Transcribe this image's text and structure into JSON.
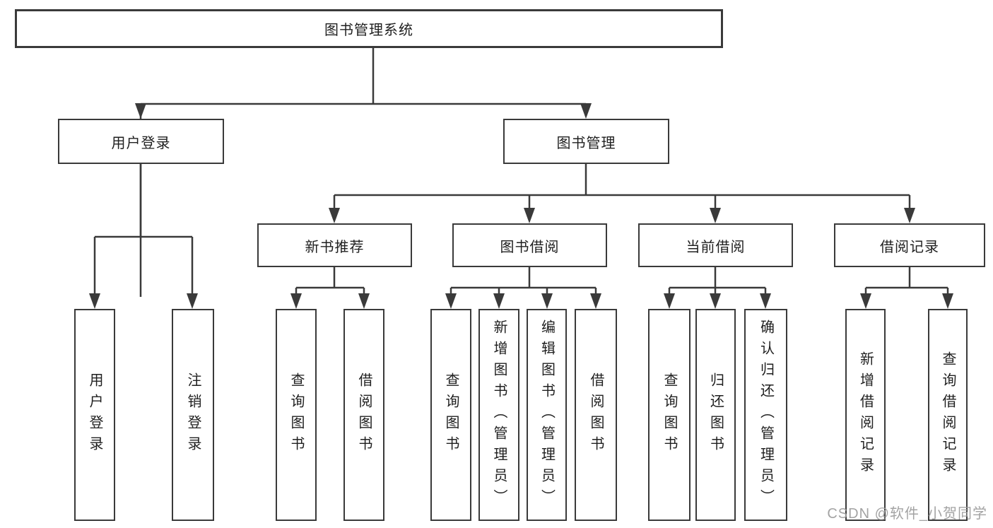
{
  "diagram": {
    "title": "图书管理系统",
    "type": "hierarchy-tree",
    "colors": {
      "line": "#3a3a3a",
      "box_border": "#3a3a3a",
      "box_background": "#ffffff",
      "text": "#1f1f1f",
      "watermark_text": "#9e9e9e"
    }
  },
  "tree": {
    "label": "图书管理系统",
    "children": [
      {
        "label": "用户登录",
        "children": [
          {
            "label": "用户登录"
          },
          {
            "label": "注销登录"
          }
        ]
      },
      {
        "label": "图书管理",
        "children": [
          {
            "label": "新书推荐",
            "children": [
              {
                "label": "查询图书"
              },
              {
                "label": "借阅图书"
              }
            ]
          },
          {
            "label": "图书借阅",
            "children": [
              {
                "label": "查询图书"
              },
              {
                "label": "新增图书（管理员）"
              },
              {
                "label": "编辑图书（管理员）"
              },
              {
                "label": "借阅图书"
              }
            ]
          },
          {
            "label": "当前借阅",
            "children": [
              {
                "label": "查询图书"
              },
              {
                "label": "归还图书"
              },
              {
                "label": "确认归还（管理员）"
              }
            ]
          },
          {
            "label": "借阅记录",
            "children": [
              {
                "label": "新增借阅记录"
              },
              {
                "label": "查询借阅记录"
              }
            ]
          }
        ]
      }
    ]
  },
  "watermark": "CSDN @软件_小贺同学"
}
